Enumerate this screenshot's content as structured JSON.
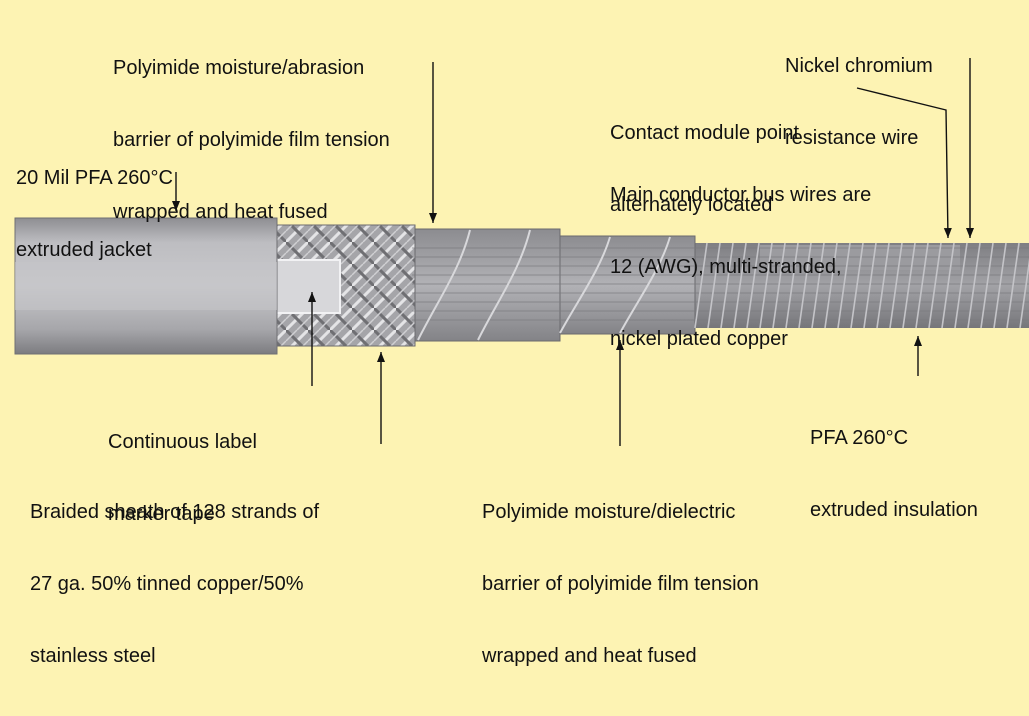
{
  "colors": {
    "background": "#fdf3b3",
    "jacket_light": "#b9b9bd",
    "jacket_dark": "#8a8a8e",
    "braid": "#9c9ca0",
    "label_tape": "#d5d5d8",
    "barrier": "#a8a8ac",
    "core": "#8e8e92",
    "wire": "#6e6e72",
    "line": "#111111"
  },
  "labels": {
    "top_barrier": [
      "Polyimide moisture/abrasion",
      "barrier of polyimide film tension",
      "wrapped and heat fused"
    ],
    "jacket": [
      "20 Mil PFA 260°C",
      "extruded jacket"
    ],
    "nickel_wire": [
      "Nickel chromium",
      "resistance wire"
    ],
    "contact_module": [
      "Contact module point",
      "alternately located"
    ],
    "bus_wires": [
      "Main conductor bus wires are",
      "12 (AWG), multi-stranded,",
      "nickel plated copper"
    ],
    "label_tape": [
      "Continuous label",
      "marker tape"
    ],
    "braided_sheath": [
      "Braided sheath of 128 strands of",
      "27 ga. 50% tinned copper/50%",
      "stainless steel"
    ],
    "dielectric_barrier": [
      "Polyimide moisture/dielectric",
      "barrier of polyimide film tension",
      "wrapped and heat fused"
    ],
    "insulation": [
      "PFA 260°C",
      "extruded insulation"
    ]
  }
}
